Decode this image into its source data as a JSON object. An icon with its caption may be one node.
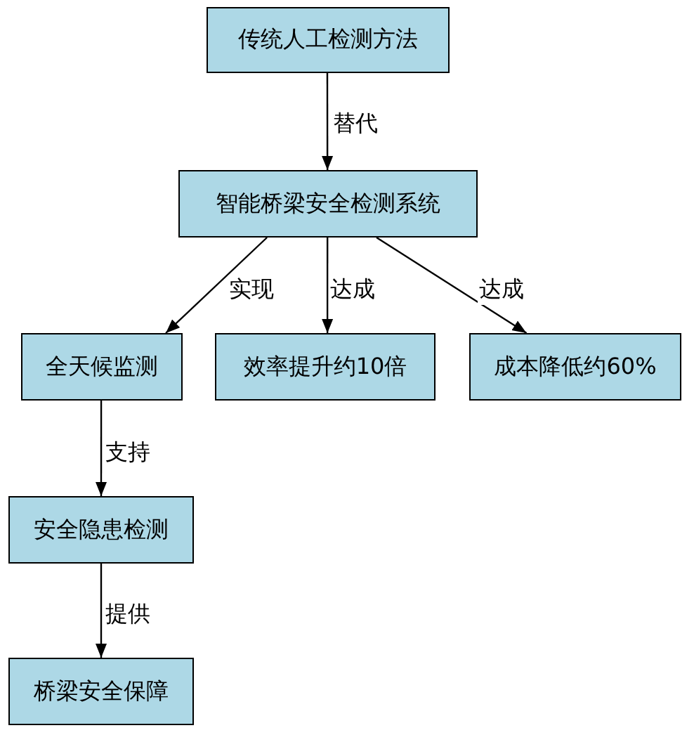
{
  "diagram": {
    "nodes": [
      {
        "text": [
          "传统人工检测方法"
        ]
      },
      {
        "text": [
          "智能桥梁安全检测系统"
        ]
      },
      {
        "text": [
          "全天候监测"
        ]
      },
      {
        "text": [
          "效率提升约10倍"
        ]
      },
      {
        "text": [
          "成本降低约60%"
        ]
      },
      {
        "text": [
          "安全隐患检测"
        ]
      },
      {
        "text": [
          "桥梁安全保障"
        ]
      }
    ],
    "edges": [
      {
        "from": 0,
        "to": 1,
        "arrow": "to",
        "label": "替代"
      },
      {
        "from": 1,
        "to": 2,
        "arrow": "to",
        "label": "实现"
      },
      {
        "from": 1,
        "to": 3,
        "arrow": "to",
        "label": "达成"
      },
      {
        "from": 1,
        "to": 4,
        "arrow": "to",
        "label": "达成"
      },
      {
        "from": 2,
        "to": 5,
        "arrow": "to",
        "label": "支持"
      },
      {
        "from": 5,
        "to": 6,
        "arrow": "to",
        "label": "提供"
      }
    ]
  }
}
